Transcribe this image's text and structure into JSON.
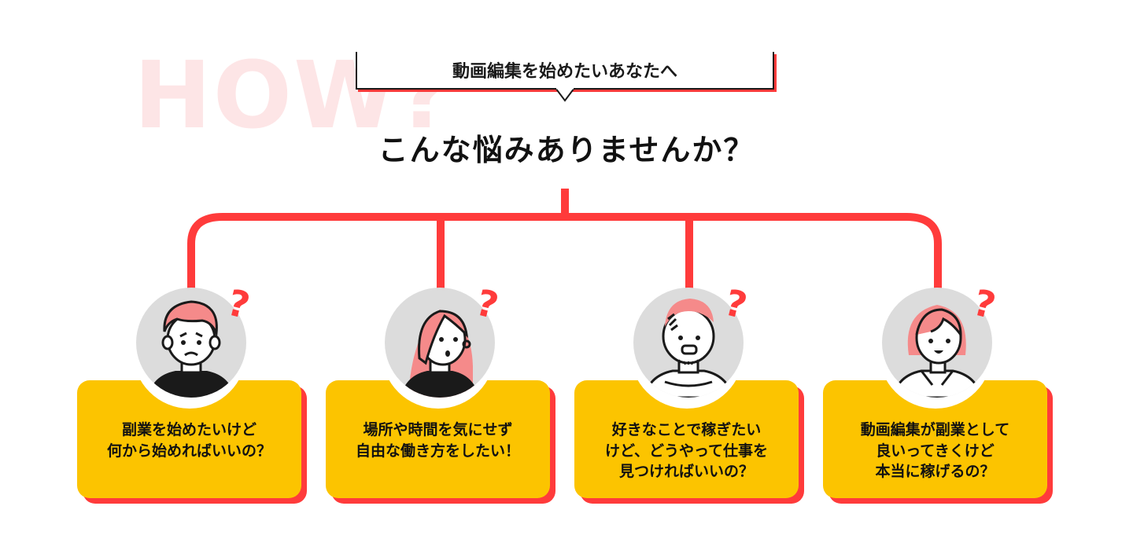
{
  "background_word": "HOW?",
  "speech_label": "動画編集を始めたいあなたへ",
  "heading": "こんな悩みありませんか？",
  "question_mark": "?",
  "colors": {
    "accent": "#ff3b3b",
    "card": "#fcc400",
    "hair": "#f58a8a",
    "avatar_bg": "#dcdcdc"
  },
  "personas": [
    {
      "name": "man-worried-icon",
      "text": "副業を始めたいけど\n何から始めればいいの？"
    },
    {
      "name": "woman-longhair-icon",
      "text": "場所や時間を気にせず\n自由な働き方をしたい！"
    },
    {
      "name": "man-bald-icon",
      "text": "好きなことで稼ぎたい\nけど、どうやって仕事を\n見つければいいの？"
    },
    {
      "name": "woman-bob-icon",
      "text": "動画編集が副業として\n良いってきくけど\n本当に稼げるの？"
    }
  ]
}
